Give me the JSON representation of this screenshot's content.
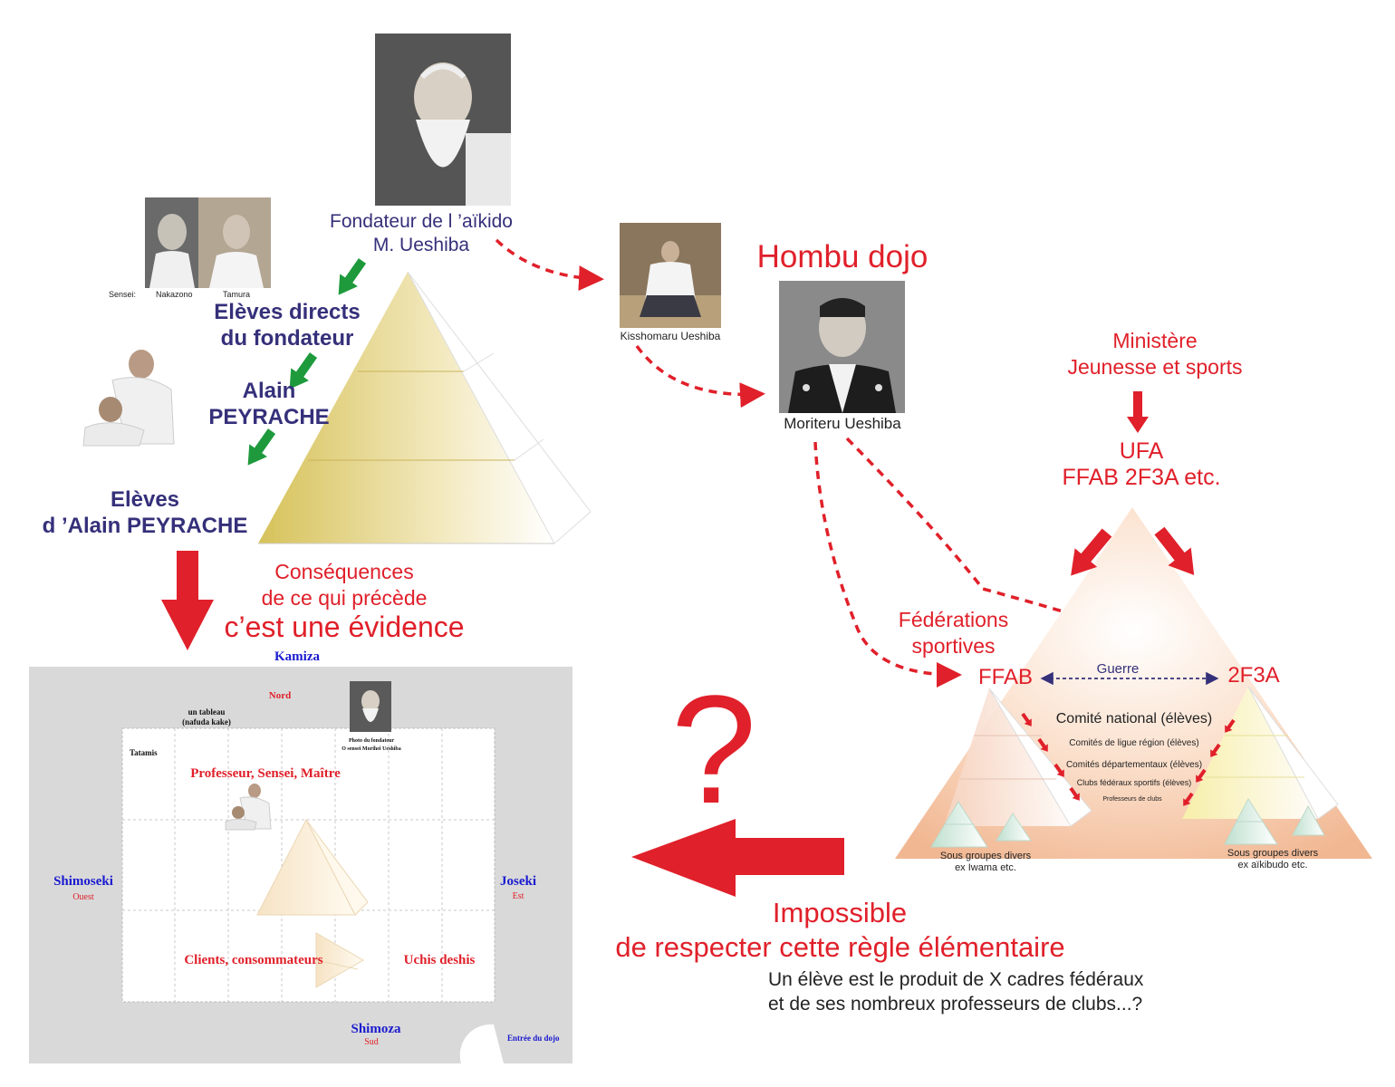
{
  "left": {
    "founder_line1": "Fondateur de l ’aïkido",
    "founder_line2": "M. Ueshiba",
    "sensei_label": "Sensei:",
    "sensei_1": "Nakazono",
    "sensei_2": "Tamura",
    "direct_students_1": "Elèves directs",
    "direct_students_2": "du fondateur",
    "peyrache_1": "Alain",
    "peyrache_2": "PEYRACHE",
    "students_1": "Elèves",
    "students_2": "d ’Alain PEYRACHE",
    "consequences_1": "Conséquences",
    "consequences_2": "de ce qui précède",
    "consequences_3": "c’est une évidence"
  },
  "middle": {
    "kisshomaru": "Kisshomaru Ueshiba",
    "hombu": "Hombu dojo",
    "moriteru": "Moriteru Ueshiba"
  },
  "right": {
    "ministry_1": "Ministère",
    "ministry_2": "Jeunesse et sports",
    "ufa_1": "UFA",
    "ufa_2": "FFAB 2F3A etc.",
    "federations_1": "Fédérations",
    "federations_2": "sportives",
    "ffab": "FFAB",
    "war": "Guerre",
    "f2f3a": "2F3A",
    "levels": [
      "Comité national (élèves)",
      "Comités de ligue région (élèves)",
      "Comités départementaux (élèves)",
      "Clubs fédéraux sportifs (élèves)",
      "Professeurs de clubs"
    ],
    "subgroups_left_1": "Sous groupes divers",
    "subgroups_left_2": "ex Iwama etc.",
    "subgroups_right_1": "Sous groupes divers",
    "subgroups_right_2": "ex aïkibudo etc."
  },
  "bottom": {
    "question": "?",
    "impossible_1": "Impossible",
    "impossible_2": "de respecter cette  règle élémentaire",
    "note_1": "Un élève est le produit de X cadres fédéraux",
    "note_2": "et de ses nombreux professeurs de clubs...?"
  },
  "dojo": {
    "kamiza": "Kamiza",
    "nord": "Nord",
    "tableau_1": "un tableau",
    "tableau_2": "(nafuda kake)",
    "photo_1": "Photo du fondateur",
    "photo_2": "O sensei Morihei Ueshiba",
    "tatamis": "Tatamis",
    "professeur": "Professeur, Sensei, Maître",
    "shimoseki": "Shimoseki",
    "ouest": "Ouest",
    "joseki": "Joseki",
    "est": "Est",
    "clients": "Clients, consommateurs",
    "uchis": "Uchis deshis",
    "shimoza": "Shimoza",
    "sud": "Sud",
    "entree": "Entrée du dojo"
  },
  "colors": {
    "navy": "#35307a",
    "red": "#e0202a",
    "green_arrow": "#1e9a3c",
    "gold": "#d6c25a",
    "peach": "#f3b98f",
    "dojo_grey": "#d9d9d9"
  }
}
